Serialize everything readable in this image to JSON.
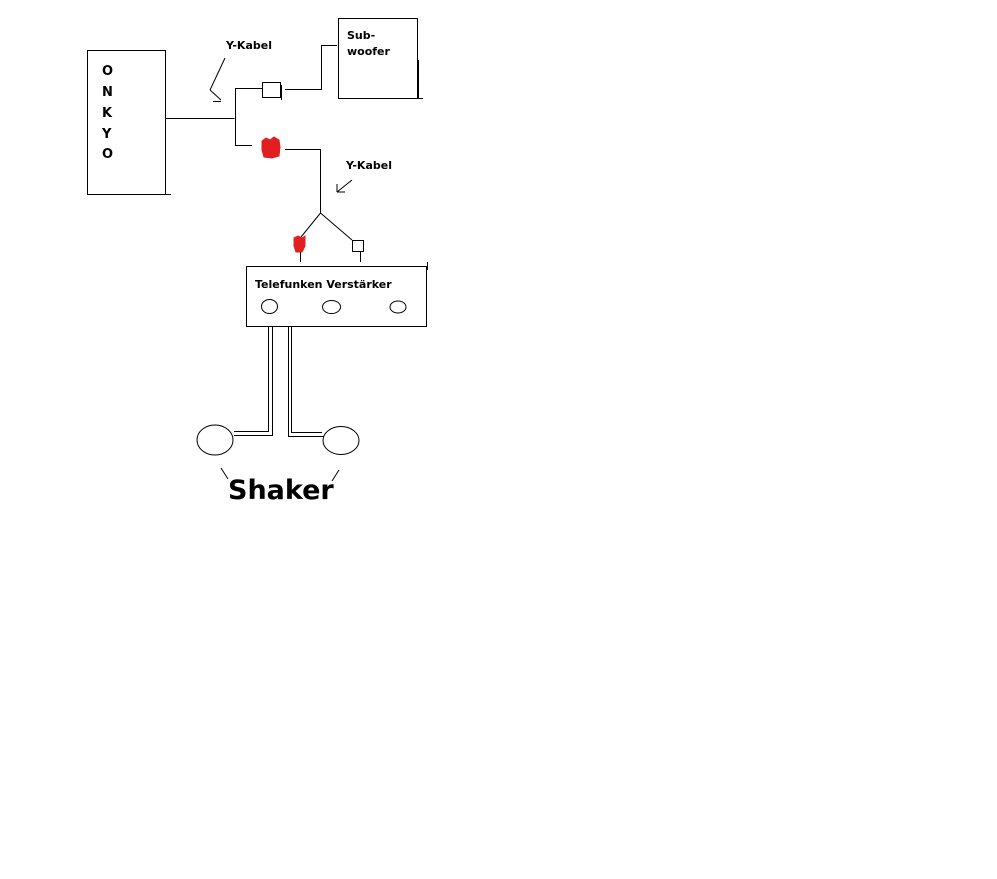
{
  "devices": {
    "receiver": {
      "letters": [
        "O",
        "N",
        "K",
        "Y",
        "O"
      ]
    },
    "subwoofer": {
      "line1": "Sub-",
      "line2": "woofer"
    },
    "amplifier": {
      "label": "Telefunken Verstärker"
    },
    "shaker": {
      "label": "Shaker"
    }
  },
  "cables": {
    "y_cable_top": "Y-Kabel",
    "y_cable_bottom": "Y-Kabel"
  },
  "colors": {
    "stroke": "#000000",
    "red_plug": "#e02020",
    "background": "#ffffff"
  }
}
